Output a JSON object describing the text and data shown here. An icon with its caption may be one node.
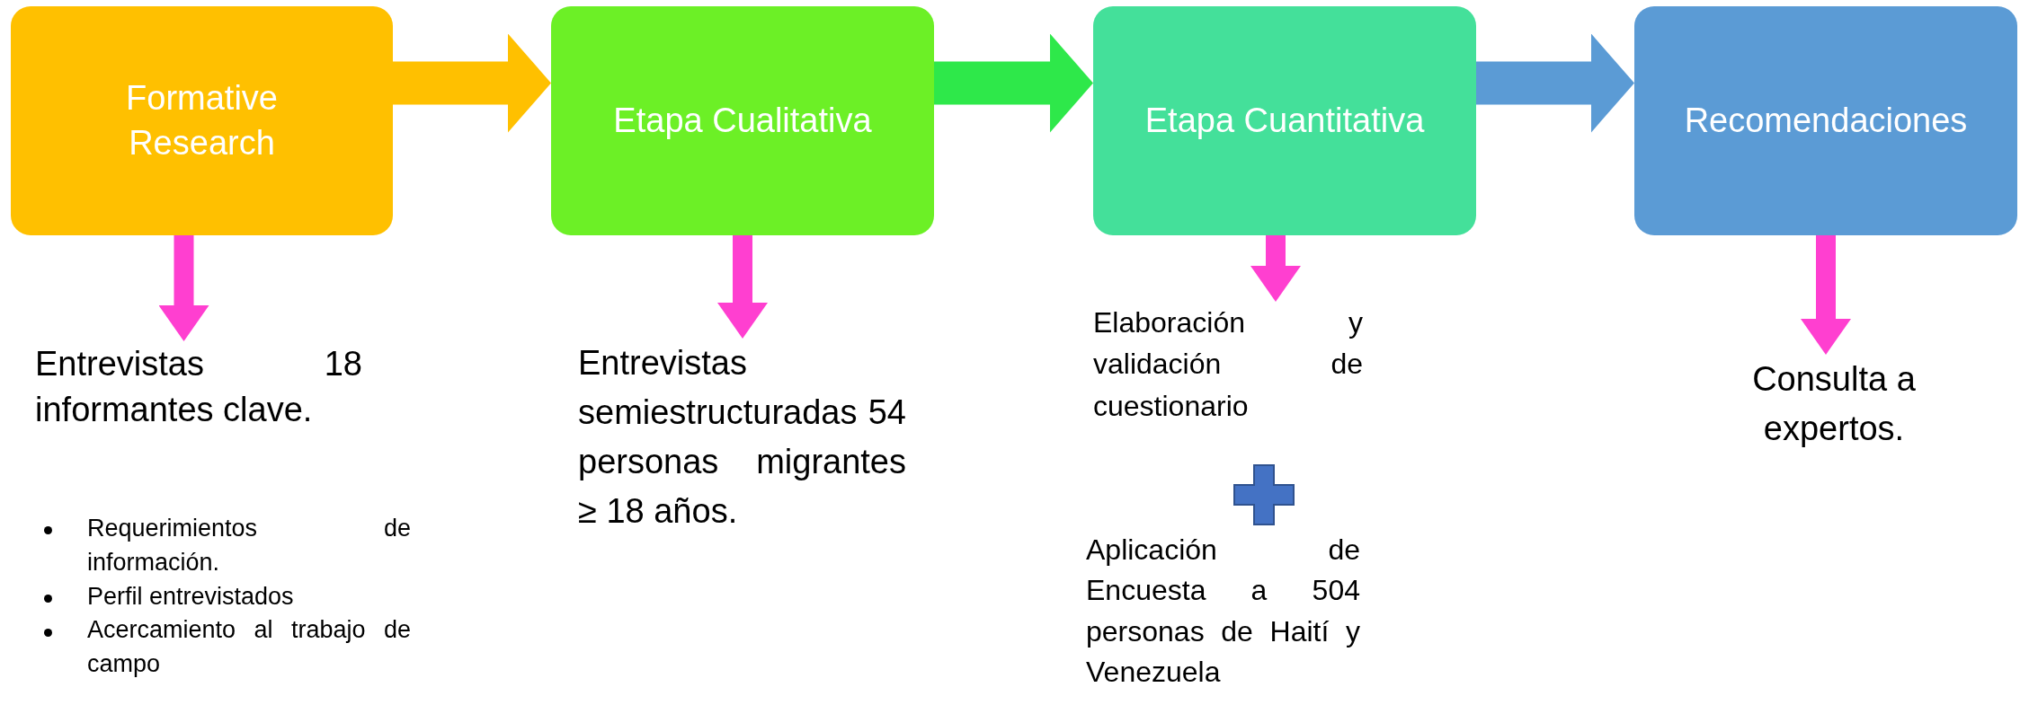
{
  "diagram": {
    "nodes": [
      {
        "text": [
          "Formative Research"
        ]
      },
      {
        "text": [
          "Etapa Cualitativa"
        ]
      },
      {
        "text": [
          "Etapa Cuantitativa"
        ]
      },
      {
        "text": [
          "Recomendaciones"
        ]
      },
      {
        "text": [
          "Entrevistas 18 informantes clave.",
          "Requerimientos de información.",
          "Perfil entrevistados",
          "Acercamiento al trabajo de campo"
        ]
      },
      {
        "text": [
          "Entrevistas semiestructuradas 54 personas migrantes ≥ 18 años."
        ]
      },
      {
        "text": [
          "Elaboración y validación de cuestionario"
        ]
      },
      {
        "text": [
          "Aplicación de Encuesta a 504 personas de Haití y Venezuela"
        ]
      },
      {
        "text": [
          "Consulta a expertos."
        ]
      }
    ],
    "edges": [
      {
        "from": 0,
        "to": 1,
        "arrow": "to",
        "style": "thick",
        "color": "#ffc000"
      },
      {
        "from": 1,
        "to": 2,
        "arrow": "to",
        "style": "thick",
        "color": "#2ee84a"
      },
      {
        "from": 2,
        "to": 3,
        "arrow": "to",
        "style": "thick",
        "color": "#5b9bd5"
      },
      {
        "from": 0,
        "to": 4,
        "arrow": "to"
      },
      {
        "from": 1,
        "to": 5,
        "arrow": "to"
      },
      {
        "from": 2,
        "to": 6,
        "arrow": "to"
      },
      {
        "from": 3,
        "to": 8,
        "arrow": "to"
      }
    ]
  }
}
